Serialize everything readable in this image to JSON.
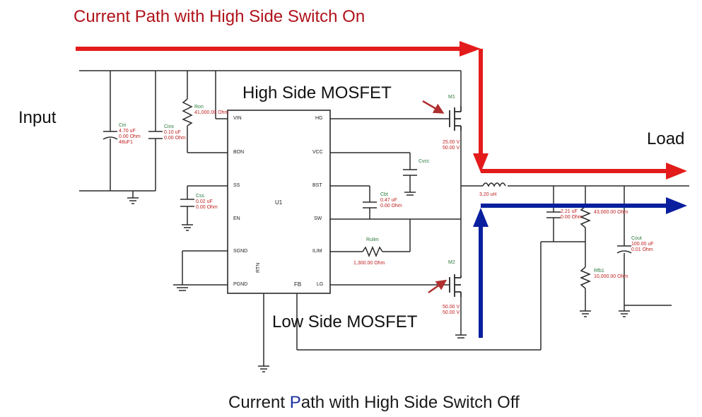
{
  "titles": {
    "top": "Current Path with High Side Switch On",
    "bottom_prefix": "Current ",
    "bottom_highlight": "P",
    "bottom_suffix": "ath with High Side Switch Off"
  },
  "labels": {
    "input": "Input",
    "load": "Load",
    "high_side": "High Side MOSFET",
    "low_side": "Low Side MOSFET"
  },
  "ic": {
    "name": "U1",
    "pins_left": [
      "VIN",
      "BON",
      "SS",
      "EN",
      "SGND",
      "PGND"
    ],
    "pins_right": [
      "HG",
      "VCC",
      "BST",
      "SW",
      "ILIM",
      "LG"
    ],
    "pin_bottom_fb": "FB",
    "pin_bottom_rtn": "RTN"
  },
  "components": {
    "cin": [
      "Cin",
      "4.70 uF",
      "0.00 Ohm",
      "48uF1"
    ],
    "cinx": [
      "Cinx",
      "0.10 uF",
      "0.00 Ohm"
    ],
    "ron": [
      "Ron",
      "41,000.00 Ohm"
    ],
    "css": [
      "Css",
      "0.02 uF",
      "0.00 Ohm"
    ],
    "cvcc": [
      "Cvcc"
    ],
    "cbt": [
      "Cbt",
      "0.47 uF",
      "0.00 Ohm"
    ],
    "rulim": [
      "Rulim",
      "1,300.00 Ohm"
    ],
    "m1": [
      "M1",
      "25.00 V",
      "50.00 V"
    ],
    "m2": [
      "M2",
      "50.00 V",
      "50.00 V"
    ],
    "l1": [
      "3.20 uH"
    ],
    "cff": [
      "2.21 uF",
      "0.00 Ohm"
    ],
    "rfb2": [
      "43,000.00 Ohm"
    ],
    "rfb1": [
      "Rfb1",
      "10,000.00 Ohm"
    ],
    "cout": [
      "Cout",
      "100.00 uF",
      "0.01 Ohm"
    ]
  },
  "colors": {
    "on_path": "#e31b1b",
    "off_path": "#0a1f9e",
    "wire": "#2a2a2a",
    "annotation_arrow": "#b03030"
  }
}
